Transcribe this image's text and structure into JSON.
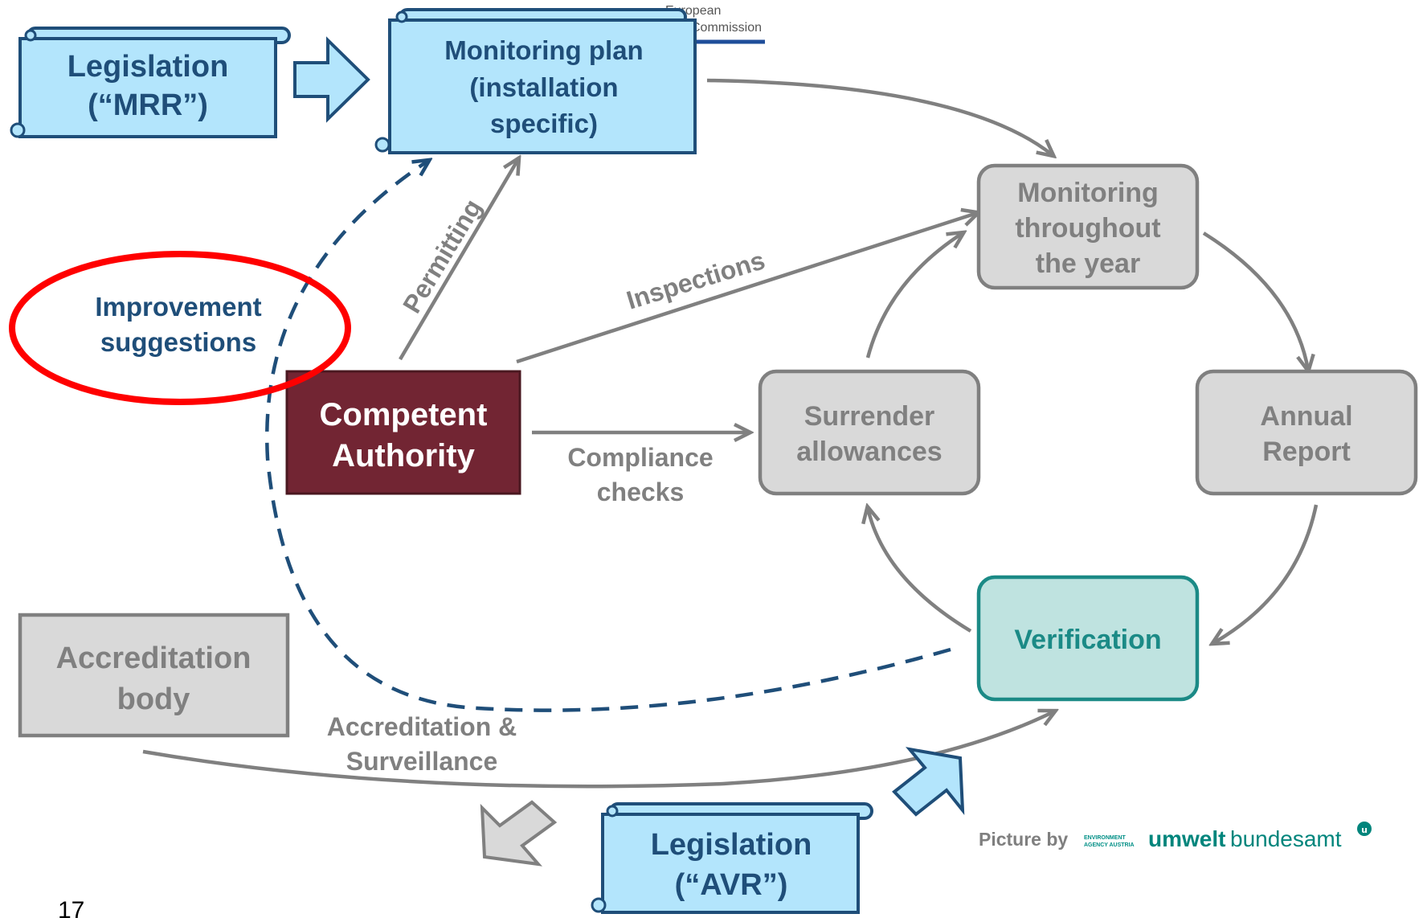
{
  "header": {
    "line1": "European",
    "line2": "Commission"
  },
  "scrolls": {
    "legislation_mrr": {
      "line1": "Legislation",
      "line2": "(“MRR”)"
    },
    "monitoring_plan": {
      "line1": "Monitoring plan",
      "line2": "(installation",
      "line3": "specific)"
    },
    "legislation_avr": {
      "line1": "Legislation",
      "line2": "(“AVR”)"
    }
  },
  "nodes": {
    "monitoring_year": {
      "line1": "Monitoring",
      "line2": "throughout",
      "line3": "the year"
    },
    "annual_report": {
      "line1": "Annual",
      "line2": "Report"
    },
    "verification": {
      "label": "Verification"
    },
    "surrender": {
      "line1": "Surrender",
      "line2": "allowances"
    },
    "competent_authority": {
      "line1": "Competent",
      "line2": "Authority"
    },
    "accreditation_body": {
      "line1": "Accreditation",
      "line2": "body"
    },
    "improvement": {
      "line1": "Improvement",
      "line2": "suggestions"
    }
  },
  "edge_labels": {
    "permitting": "Permitting",
    "inspections": "Inspections",
    "compliance_line1": "Compliance",
    "compliance_line2": "checks",
    "accreditation_line1": "Accreditation &",
    "accreditation_line2": "Surveillance"
  },
  "credit": {
    "prefix": "Picture by",
    "small1": "ENVIRONMENT",
    "small2": "AGENCY AUSTRIA",
    "brand_bold": "umwelt",
    "brand_regular": "bundesamt"
  },
  "page_number": "17",
  "colors": {
    "scroll_fill": "#b3e5fc",
    "scroll_stroke": "#1f4e79",
    "grey_fill": "#d9d9d9",
    "grey_stroke": "#808080",
    "competent_fill": "#722533",
    "verification_fill": "#bfe3e0",
    "verification_stroke": "#1b8a86",
    "highlight_ellipse": "#ff0000",
    "dashed_arrow": "#1f4e79"
  }
}
